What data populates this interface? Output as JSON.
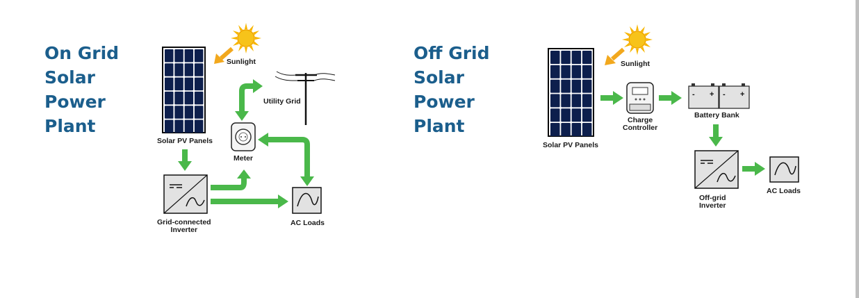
{
  "on_grid": {
    "title_lines": [
      "On Grid",
      "Solar",
      "Power",
      "Plant"
    ],
    "labels": {
      "sunlight": "Sunlight",
      "utility_grid": "Utility Grid",
      "solar_panels": "Solar PV Panels",
      "meter": "Meter",
      "inverter_line1": "Grid-connected",
      "inverter_line2": "Inverter",
      "ac_loads": "AC Loads"
    }
  },
  "off_grid": {
    "title_lines": [
      "Off Grid",
      "Solar",
      "Power",
      "Plant"
    ],
    "labels": {
      "sunlight": "Sunlight",
      "solar_panels": "Solar PV Panels",
      "charge_controller_line1": "Charge",
      "charge_controller_line2": "Controller",
      "battery_bank": "Battery Bank",
      "inverter_line1": "Off-grid",
      "inverter_line2": "Inverter",
      "ac_loads": "AC Loads"
    }
  },
  "colors": {
    "title": "#1b5e8c",
    "arrow": "#4ab84a",
    "panel_cell": "#0d1f4d",
    "sun": "#f7b500",
    "sunlight_arrow": "#f2a81d"
  }
}
